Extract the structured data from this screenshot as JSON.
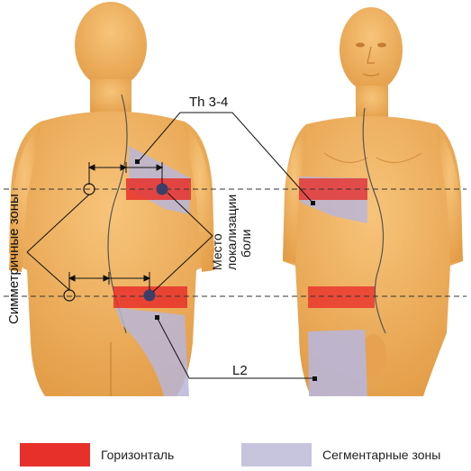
{
  "labels": {
    "th": "Th 3-4",
    "l2": "L2",
    "sym_zones": "Симметричные зоны",
    "pain_line1": "Место",
    "pain_line2": "локализации",
    "pain_line3": "боли"
  },
  "legend": [
    {
      "label": "Горизонталь",
      "color": "#e8302a"
    },
    {
      "label": "Сегментарные зоны",
      "color": "#c7c4de"
    }
  ],
  "colors": {
    "skin": "#f2b25e",
    "skin_shade": "#d9953f",
    "horizontal": "#e8302a",
    "segment": "#b9b6d8"
  }
}
